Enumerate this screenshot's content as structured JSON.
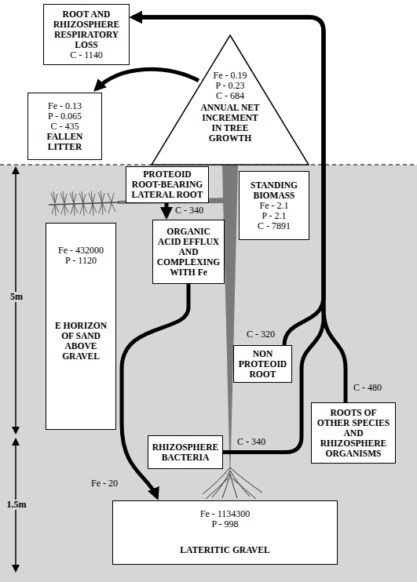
{
  "diagram": {
    "nodes": [
      {
        "text": [
          "ROOT AND RHIZOSPHERE RESPIRATORY LOSS",
          "C - 1140"
        ]
      },
      {
        "text": [
          "Fe - 0.19",
          "P - 0.23",
          "C - 684",
          "ANNUAL NET INCREMENT IN TREE GROWTH"
        ]
      },
      {
        "text": [
          "Fe - 0.13",
          "P - 0.065",
          "C - 435",
          "FALLEN LITTER"
        ]
      },
      {
        "text": [
          "PROTEOID ROOT-BEARING LATERAL ROOT"
        ]
      },
      {
        "text": [
          "STANDING BIOMASS",
          "Fe - 2.1",
          "P - 2.1",
          "C - 7891"
        ]
      },
      {
        "text": [
          "Fe - 432000",
          "P - 1120",
          "E HORIZON OF SAND ABOVE GRAVEL"
        ]
      },
      {
        "text": [
          "ORGANIC ACID EFFLUX AND COMPLEXING WITH Fe"
        ]
      },
      {
        "text": [
          "NON PROTEOID ROOT"
        ]
      },
      {
        "text": [
          "ROOTS OF OTHER SPECIES AND RHIZOSPHERE ORGANISMS"
        ]
      },
      {
        "text": [
          "RHIZOSPHERE BACTERIA"
        ]
      },
      {
        "text": [
          "Fe - 1134300",
          "P - 998",
          "LATERITIC GRAVEL"
        ]
      }
    ],
    "edges": [
      {
        "from": 1,
        "to": 2,
        "arrow": "to"
      },
      {
        "from": 3,
        "to": 6,
        "label": "C - 340",
        "arrow": "to"
      },
      {
        "from": 6,
        "to": 10,
        "label": "Fe - 20",
        "arrow": "to"
      },
      {
        "from": 9,
        "to": 0,
        "label": "C - 340",
        "arrow": "to"
      },
      {
        "from": 7,
        "to": 0,
        "label": "C - 320",
        "arrow": "to"
      },
      {
        "from": 8,
        "to": 0,
        "label": "C - 480",
        "arrow": "to"
      }
    ],
    "labels": [
      "5m",
      "1.5m"
    ]
  }
}
